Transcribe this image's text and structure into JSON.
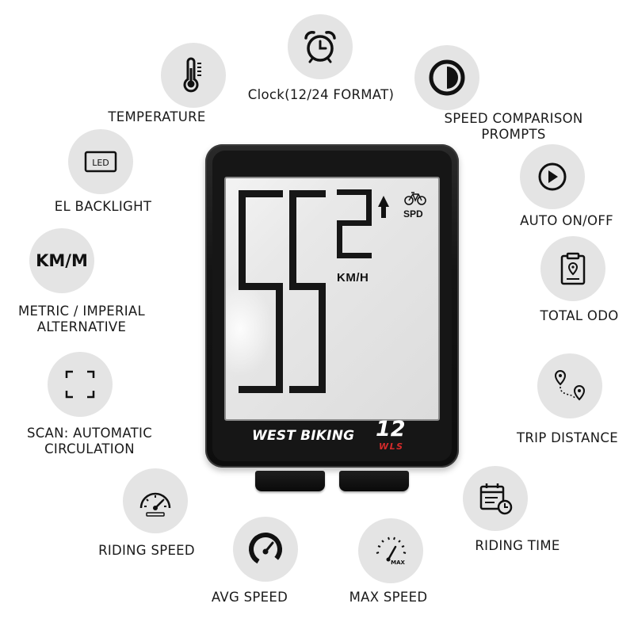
{
  "features": {
    "clock": {
      "label": "Clock(12/24 FORMAT)",
      "icon": "alarm-clock-icon"
    },
    "temperature": {
      "label": "TEMPERATURE",
      "icon": "thermometer-icon"
    },
    "speed_comparison": {
      "label_line1": "SPEED COMPARISON",
      "label_line2": "PROMPTS",
      "icon": "half-circle-icon"
    },
    "el_backlight": {
      "label": "EL BACKLIGHT",
      "icon": "led-icon",
      "icon_text": "LED"
    },
    "auto_on_off": {
      "label": "AUTO ON/OFF",
      "icon": "play-arrow-icon"
    },
    "metric_imperial": {
      "label_line1": "METRIC / IMPERIAL",
      "label_line2": "ALTERNATIVE",
      "icon_text": "KM/M"
    },
    "total_odo": {
      "label": "TOTAL ODO",
      "icon": "clipboard-location-icon"
    },
    "scan": {
      "label_line1": "SCAN: AUTOMATIC",
      "label_line2": "CIRCULATION",
      "icon": "scan-frame-icon"
    },
    "trip_distance": {
      "label": "TRIP DISTANCE",
      "icon": "route-pins-icon"
    },
    "riding_speed": {
      "label": "RIDING SPEED",
      "icon": "speedometer-icon"
    },
    "riding_time": {
      "label": "RIDING TIME",
      "icon": "calendar-clock-icon"
    },
    "avg_speed": {
      "label": "AVG SPEED",
      "icon": "gauge-icon"
    },
    "max_speed": {
      "label": "MAX SPEED",
      "icon": "max-gauge-icon",
      "icon_text": "MAX"
    }
  },
  "device": {
    "speed_reading": "55.2",
    "unit": "KM/H",
    "mode": "SPD",
    "brand": "WEST BIKING",
    "model": "12",
    "model_sub": "WLS"
  }
}
